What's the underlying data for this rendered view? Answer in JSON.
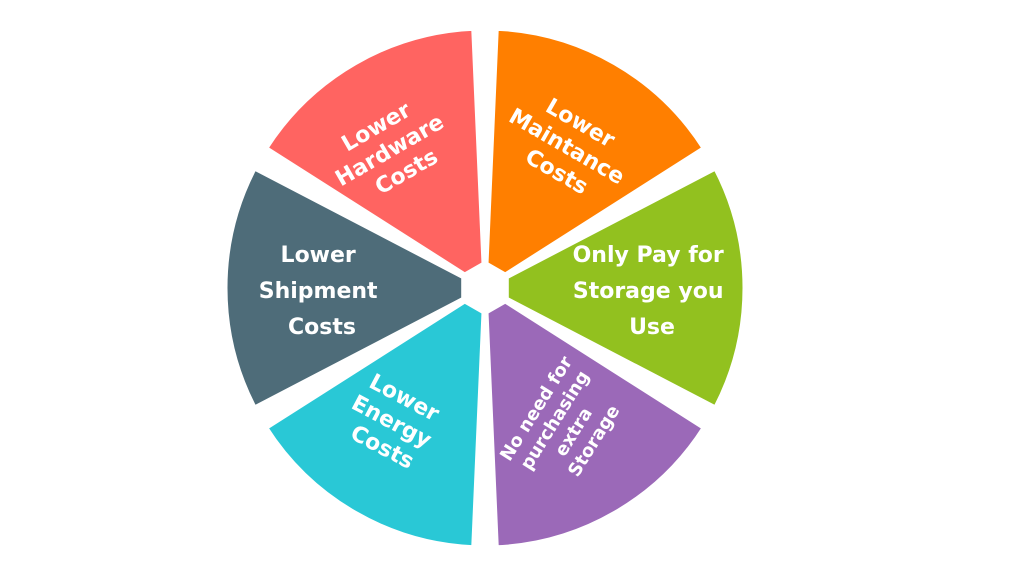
{
  "segments": [
    {
      "id": "hardware",
      "lines": [
        "Lower",
        "Hardware",
        "Costs"
      ],
      "color": "#FF6461"
    },
    {
      "id": "maintenance",
      "lines": [
        "Lower",
        "Maintance",
        "Costs"
      ],
      "color": "#FF7F00"
    },
    {
      "id": "storage",
      "lines": [
        "Only Pay for",
        "Storage you",
        "Use"
      ],
      "color": "#92C11F"
    },
    {
      "id": "purchasing",
      "lines": [
        "No need for",
        "purchasing",
        "extra",
        "Storage"
      ],
      "color": "#9B69B8"
    },
    {
      "id": "energy",
      "lines": [
        "Lower",
        "Energy",
        "Costs"
      ],
      "color": "#29C8D6"
    },
    {
      "id": "shipment",
      "lines": [
        "Lower",
        "Shipment",
        "Costs"
      ],
      "color": "#4E6C79"
    }
  ]
}
